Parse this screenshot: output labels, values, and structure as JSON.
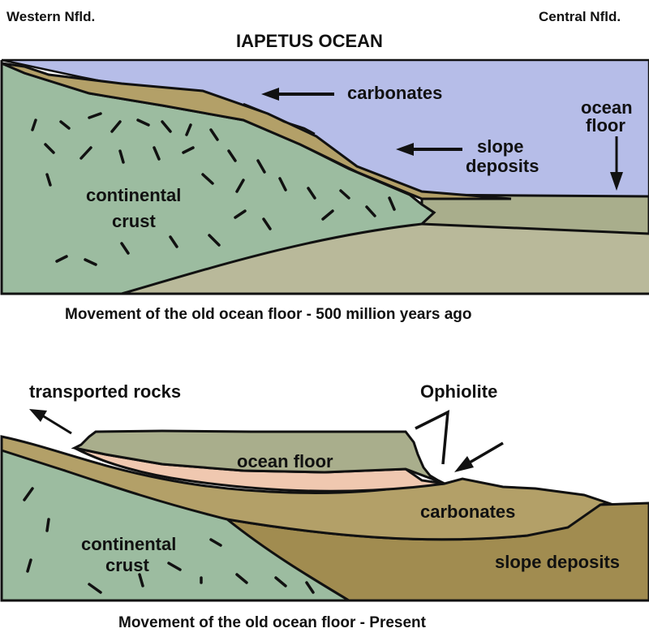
{
  "header": {
    "left": "Western Nfld.",
    "right": "Central Nfld.",
    "title": "IAPETUS OCEAN"
  },
  "panel_top": {
    "labels": {
      "carbonates": "carbonates",
      "slope_deposits_line1": "slope",
      "slope_deposits_line2": "deposits",
      "ocean_floor_line1": "ocean",
      "ocean_floor_line2": "floor",
      "crust_line1": "continental",
      "crust_line2": "crust"
    },
    "caption": "Movement of the old ocean floor - 500 million years ago"
  },
  "panel_bottom": {
    "labels": {
      "transported_rocks": "transported rocks",
      "ophiolite": "Ophiolite",
      "ocean_floor": "ocean floor",
      "carbonates": "carbonates",
      "slope_deposits": "slope deposits",
      "crust_line1": "continental",
      "crust_line2": "crust"
    },
    "caption": "Movement of the old ocean floor - Present"
  },
  "colors": {
    "ocean": "#b6bde8",
    "crust": "#9cbca0",
    "carbonate": "#b3a068",
    "slope": "#a18c50",
    "ocean_floor": "#a9ae8c",
    "basement": "#b9b99a",
    "ophiolite_base": "#f0c8b0"
  }
}
